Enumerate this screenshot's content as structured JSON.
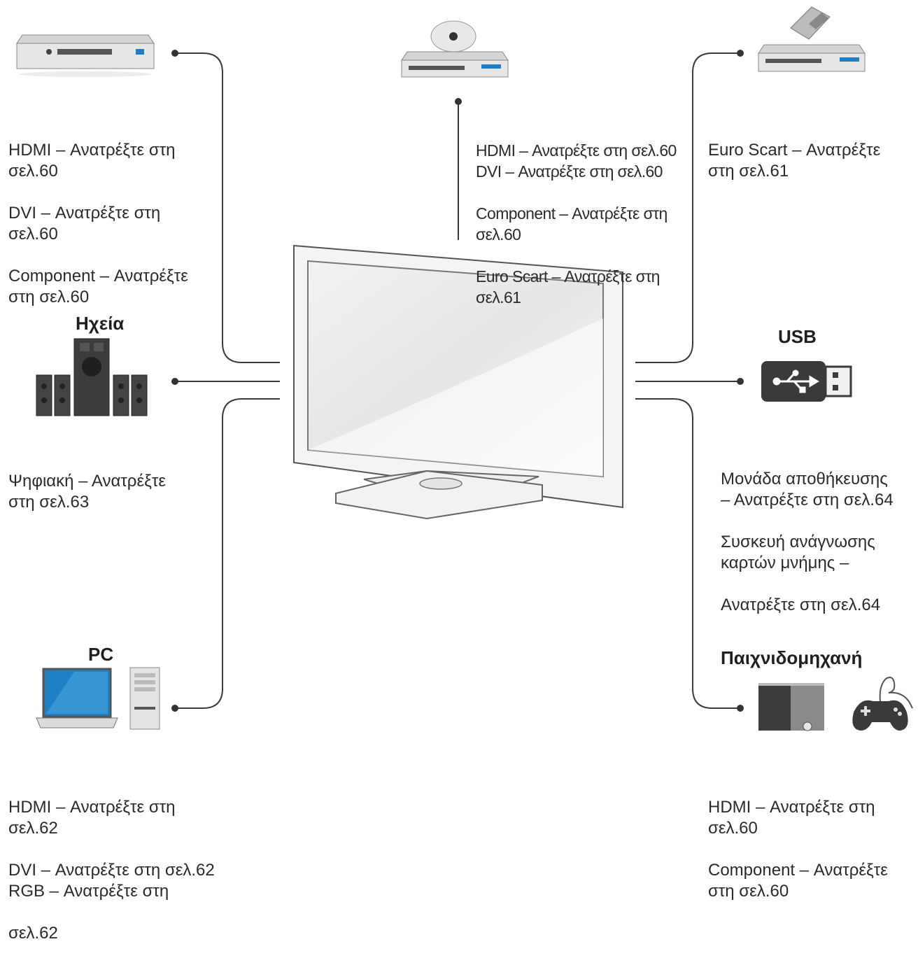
{
  "devices": {
    "top_left": {
      "icon": "dvd-player-icon",
      "lines": [
        "HDMI – Ανατρέξτε στη",
        "σελ.60",
        "DVI – Ανατρέξτε στη",
        "σελ.60",
        "Component – Ανατρέξτε",
        "στη σελ.60"
      ]
    },
    "top_center": {
      "icon": "disc-player-icon",
      "lines": [
        "HDMI – Ανατρέξτε στη σελ.60",
        "DVI – Ανατρέξτε στη σελ.60",
        "Component – Ανατρέξτε στη",
        "σελ.60",
        "Euro Scart – Ανατρέξτε στη",
        "σελ.61"
      ]
    },
    "top_right": {
      "icon": "vcr-player-icon",
      "lines": [
        "Euro Scart – Ανατρέξτε",
        "στη σελ.61"
      ]
    },
    "speakers": {
      "label": "Ηχεία",
      "icon": "speakers-icon",
      "lines": [
        "Ψηφιακή – Ανατρέξτε",
        "στη σελ.63"
      ]
    },
    "usb": {
      "label": "USB",
      "icon": "usb-stick-icon",
      "lines": [
        "Μονάδα αποθήκευσης",
        "– Ανατρέξτε στη σελ.64",
        "Συσκευή ανάγνωσης",
        "καρτών μνήμης –",
        "Ανατρέξτε στη σελ.64"
      ]
    },
    "pc": {
      "label": "PC",
      "icon": "laptop-pc-icon",
      "lines": [
        "HDMI – Ανατρέξτε στη",
        "σελ.62",
        "DVI – Ανατρέξτε στη σελ.62",
        "RGB – Ανατρέξτε στη",
        "σελ.62"
      ]
    },
    "console": {
      "label": "Παιχνιδομηχανή",
      "icon": "game-console-icon",
      "lines": [
        "HDMI – Ανατρέξτε στη",
        "σελ.60",
        "Component – Ανατρέξτε",
        "στη σελ.60"
      ]
    }
  },
  "center": {
    "icon": "tv-icon"
  },
  "colors": {
    "line": "#3a3a3a",
    "device_silver": "#d9d9d9",
    "device_dark": "#3c3c3c",
    "accent_blue": "#1e7fc4"
  }
}
